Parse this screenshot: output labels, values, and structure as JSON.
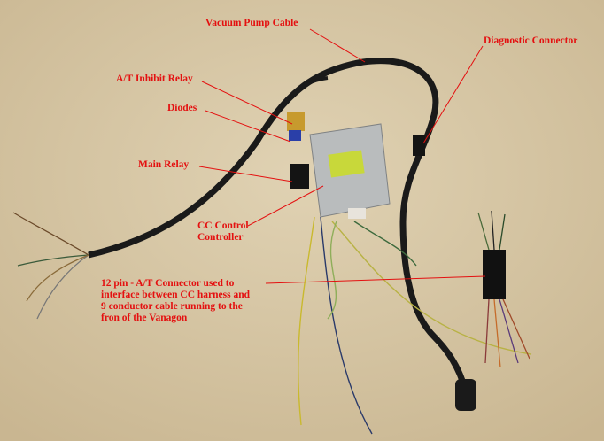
{
  "labels": {
    "vacuum_pump_cable": "Vacuum Pump Cable",
    "diagnostic_connector": "Diagnostic Connector",
    "at_inhibit_relay": "A/T Inhibit Relay",
    "diodes": "Diodes",
    "main_relay": "Main Relay",
    "cc_control_line1": "CC Control",
    "cc_control_line2": "Controller",
    "connector_note": [
      "12 pin - A/T Connector used to",
      "interface between CC harness and",
      "9 conductor cable running to the",
      "fron of the Vanagon"
    ]
  },
  "colors": {
    "annotation": "#e41010",
    "carpet": "#d9c9a8",
    "cable": "#1a1a1a",
    "module": "#b9bcbd"
  }
}
